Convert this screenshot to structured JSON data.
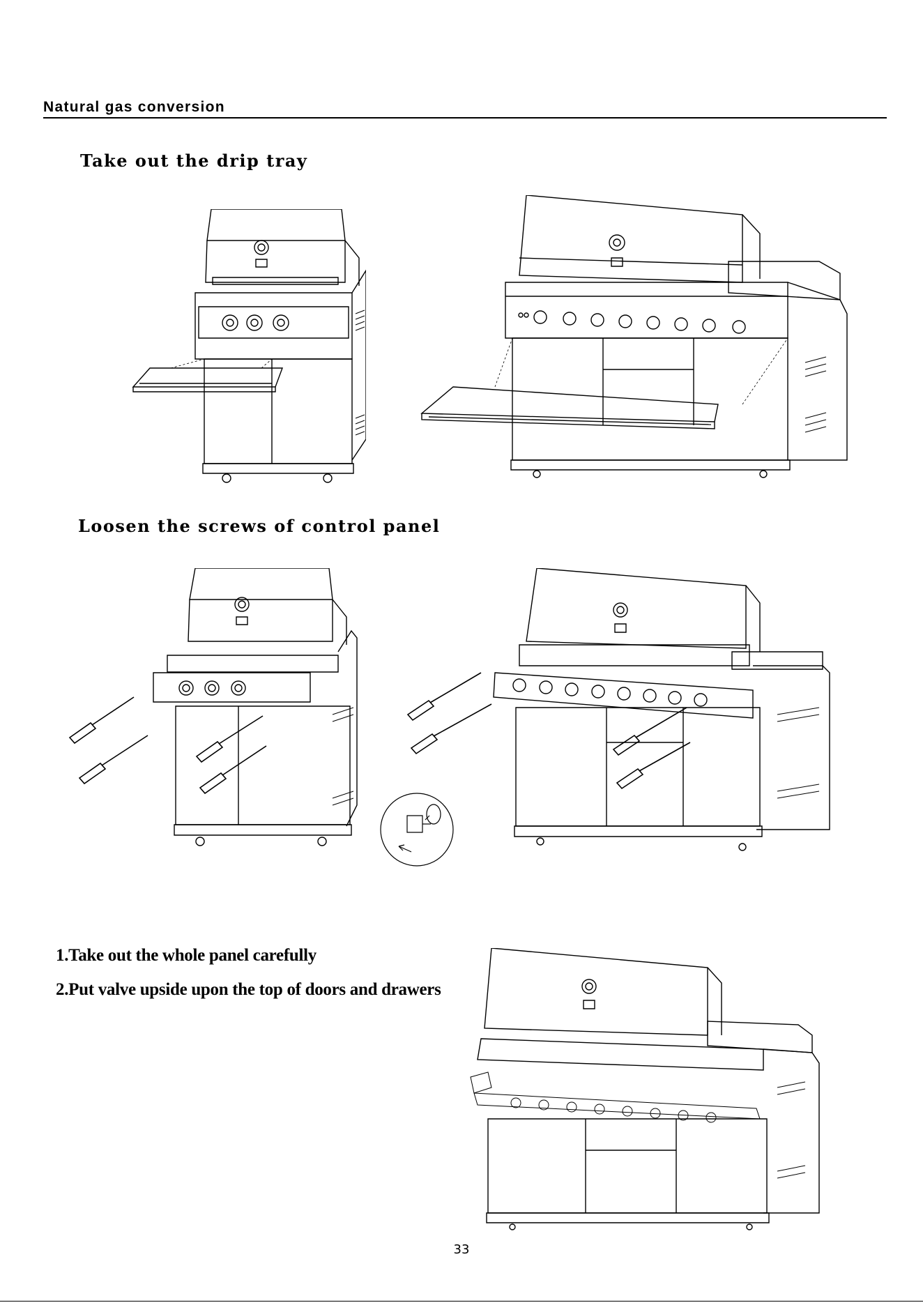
{
  "section": {
    "title": "Natural gas conversion"
  },
  "steps": [
    {
      "label": "Take out the drip tray"
    },
    {
      "label": "Loosen the screws of control panel"
    }
  ],
  "instructions": [
    {
      "text": "1.Take out the whole panel carefully"
    },
    {
      "text": "2.Put  valve upside upon the top of doors and drawers"
    }
  ],
  "page_number": "33"
}
